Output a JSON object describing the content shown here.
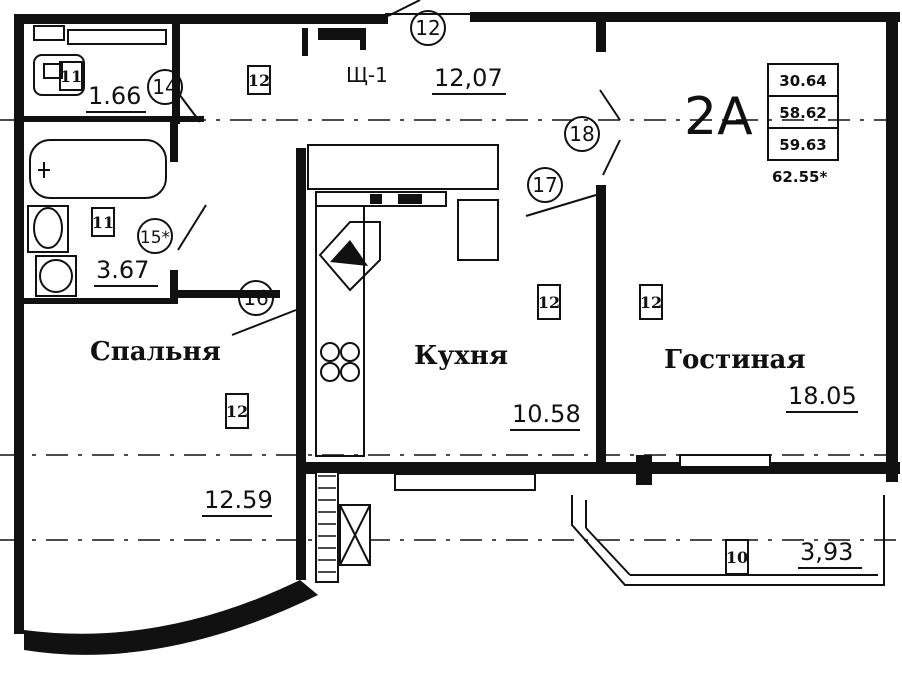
{
  "plan": {
    "type_label": "2A",
    "areas_table": [
      "30.64",
      "58.62",
      "59.63"
    ],
    "total_area": "62.55*",
    "rooms": {
      "bedroom": {
        "name": "Спальня",
        "area": "12.59"
      },
      "kitchen": {
        "name": "Кухня",
        "area": "10.58"
      },
      "living": {
        "name": "Гостиная",
        "area": "18.05"
      },
      "hall": {
        "area": "12,07"
      },
      "wc": {
        "area": "1.66"
      },
      "bath": {
        "area": "3.67"
      },
      "loggia": {
        "area": "3,93"
      }
    },
    "panel_label": "Щ-1",
    "box_tags": {
      "hall": "12",
      "wc": "11",
      "bath": "11",
      "bedroom": "12",
      "kitchen": "12",
      "living": "12",
      "loggia": "10"
    },
    "callouts": {
      "c12": "12",
      "c14": "14",
      "c15": "15*",
      "c16": "16",
      "c17": "17",
      "c18": "18"
    }
  }
}
